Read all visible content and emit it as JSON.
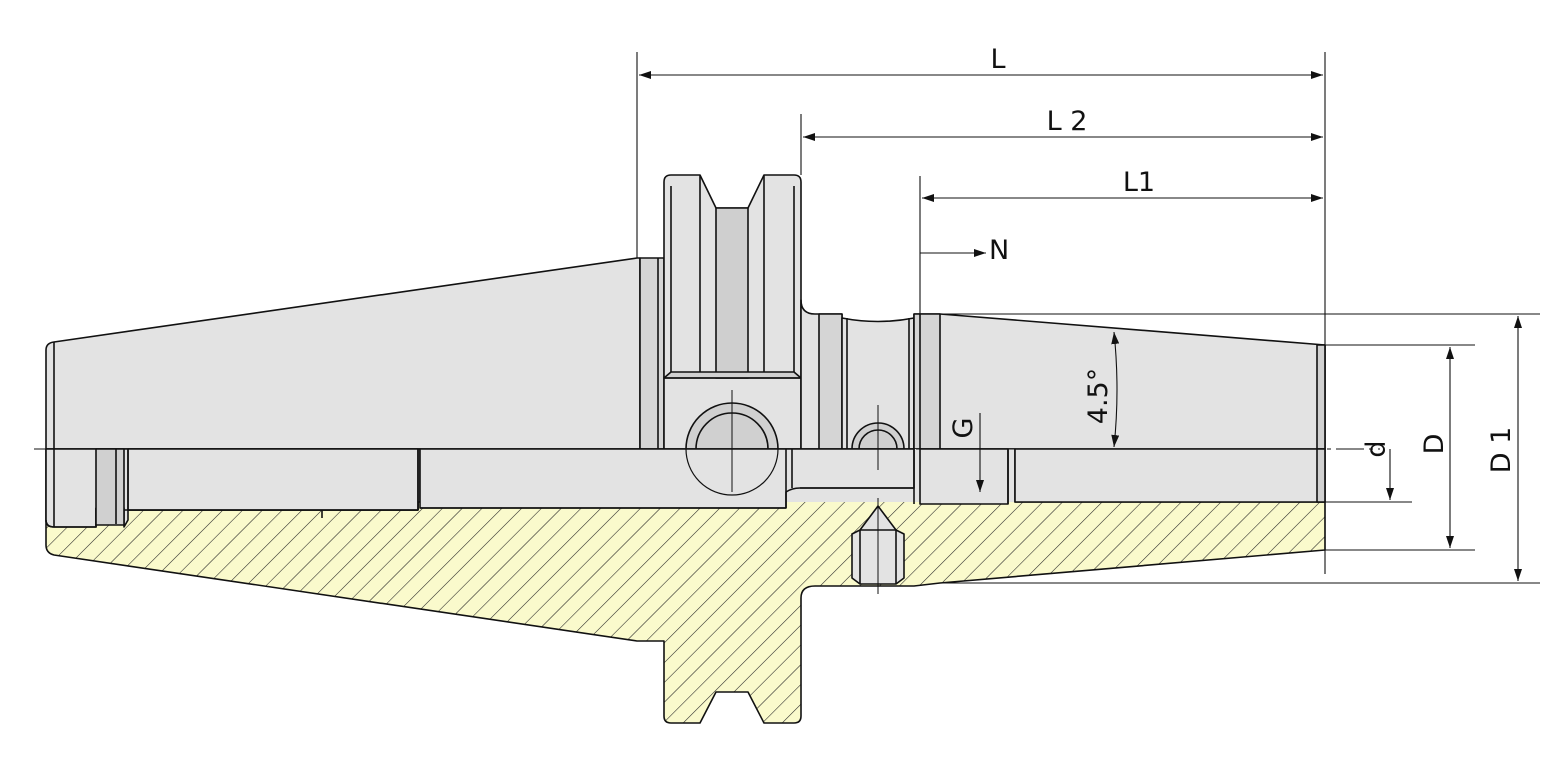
{
  "labels": {
    "L": "L",
    "L2": "L 2",
    "L1": "L1",
    "N": "N",
    "G": "G",
    "angle": "4.5°",
    "d": "d",
    "D": "D",
    "D1": "D 1"
  },
  "colors": {
    "body_fill": "#e3e3e3",
    "groove_fill": "#d0d0d0",
    "section_fill": "#fafacc",
    "hatch": "#222222",
    "outline": "#111111"
  }
}
